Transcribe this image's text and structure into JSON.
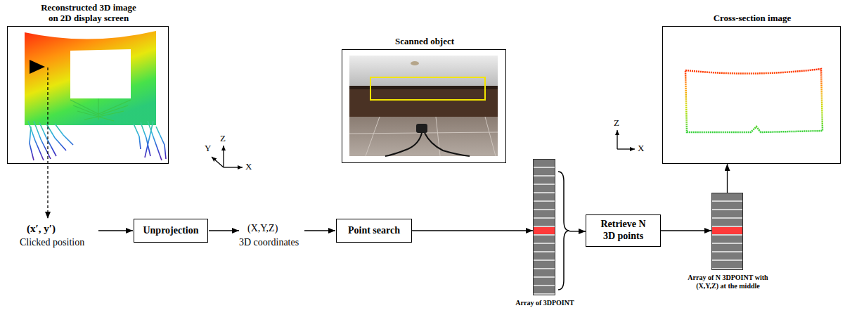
{
  "diagram": {
    "nodes": [
      {
        "text": [
          "Reconstructed 3D image on 2D display screen"
        ]
      },
      {
        "text": [
          "Scanned object"
        ]
      },
      {
        "text": [
          "Cross-section image"
        ]
      },
      {
        "text": [
          "Unprojection"
        ]
      },
      {
        "text": [
          "Point search"
        ]
      },
      {
        "text": [
          "Array of 3DPOINT"
        ]
      },
      {
        "text": [
          "Retrieve N 3D points"
        ]
      },
      {
        "text": [
          "Array of N 3DPOINT with (X,Y,Z) at the middle"
        ]
      }
    ],
    "edges": [
      {
        "from": 4,
        "to": 5,
        "arrow": "to"
      },
      {
        "from": 5,
        "to": 6,
        "arrow": "to"
      },
      {
        "from": 6,
        "to": 7,
        "arrow": "to"
      },
      {
        "from": 7,
        "to": 2,
        "arrow": "to"
      }
    ],
    "labels": [
      "Y",
      "Z",
      "X",
      "Z",
      "X",
      "(x′, y′)",
      "Clicked position",
      "(X,Y,Z)",
      "3D coordinates"
    ]
  }
}
